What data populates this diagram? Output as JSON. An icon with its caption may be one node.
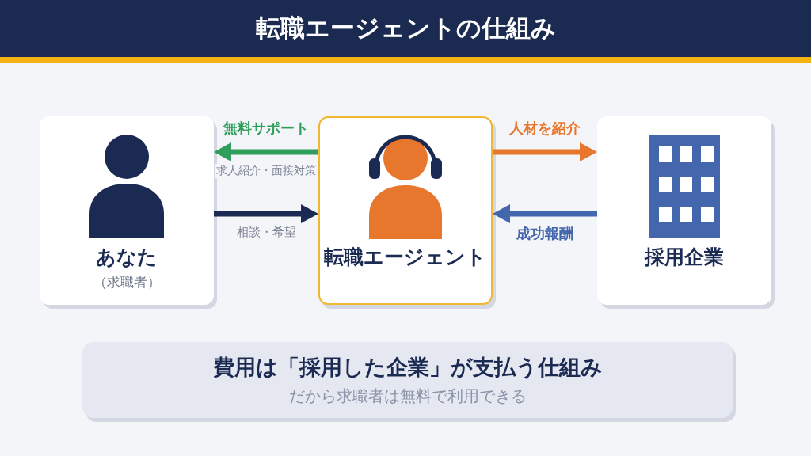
{
  "diagram": {
    "title": "転職エージェントの仕組み",
    "nodes": [
      {
        "text": [
          "あなた",
          "（求職者）"
        ]
      },
      {
        "text": [
          "転職エージェント"
        ]
      },
      {
        "text": [
          "採用企業"
        ]
      },
      {
        "text": [
          "費用は「採用した企業」が支払う仕組み",
          "だから求職者は無料で利用できる"
        ]
      }
    ],
    "edges": [
      {
        "from": 1,
        "to": 0,
        "arrow": "to",
        "label": "無料サポート",
        "color": "#2e9e5a"
      },
      {
        "from": 0,
        "to": 1,
        "arrow": "to",
        "label": "相談・希望",
        "color": "#1b2a52"
      },
      {
        "from": 1,
        "to": 2,
        "arrow": "to",
        "label": "人材を紹介",
        "color": "#e8772e"
      },
      {
        "from": 2,
        "to": 1,
        "arrow": "to",
        "label": "成功報酬",
        "color": "#4466ad"
      }
    ],
    "labels": [
      "求人紹介・面接対策"
    ]
  }
}
